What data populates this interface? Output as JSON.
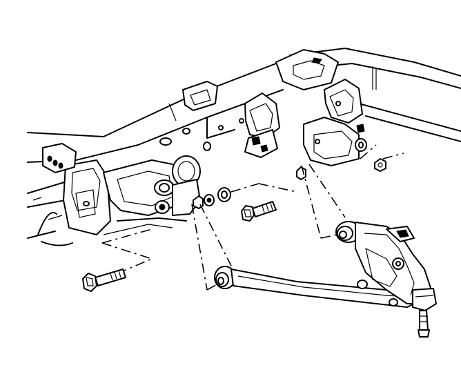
{
  "figure": {
    "background": "#ffffff",
    "line_color": "#000000",
    "components": [
      "frame-rail",
      "front-crossmember",
      "lower-control-arm",
      "front-mounting-bolt",
      "rear-mounting-bolt",
      "washer",
      "nut",
      "ball-joint"
    ]
  }
}
